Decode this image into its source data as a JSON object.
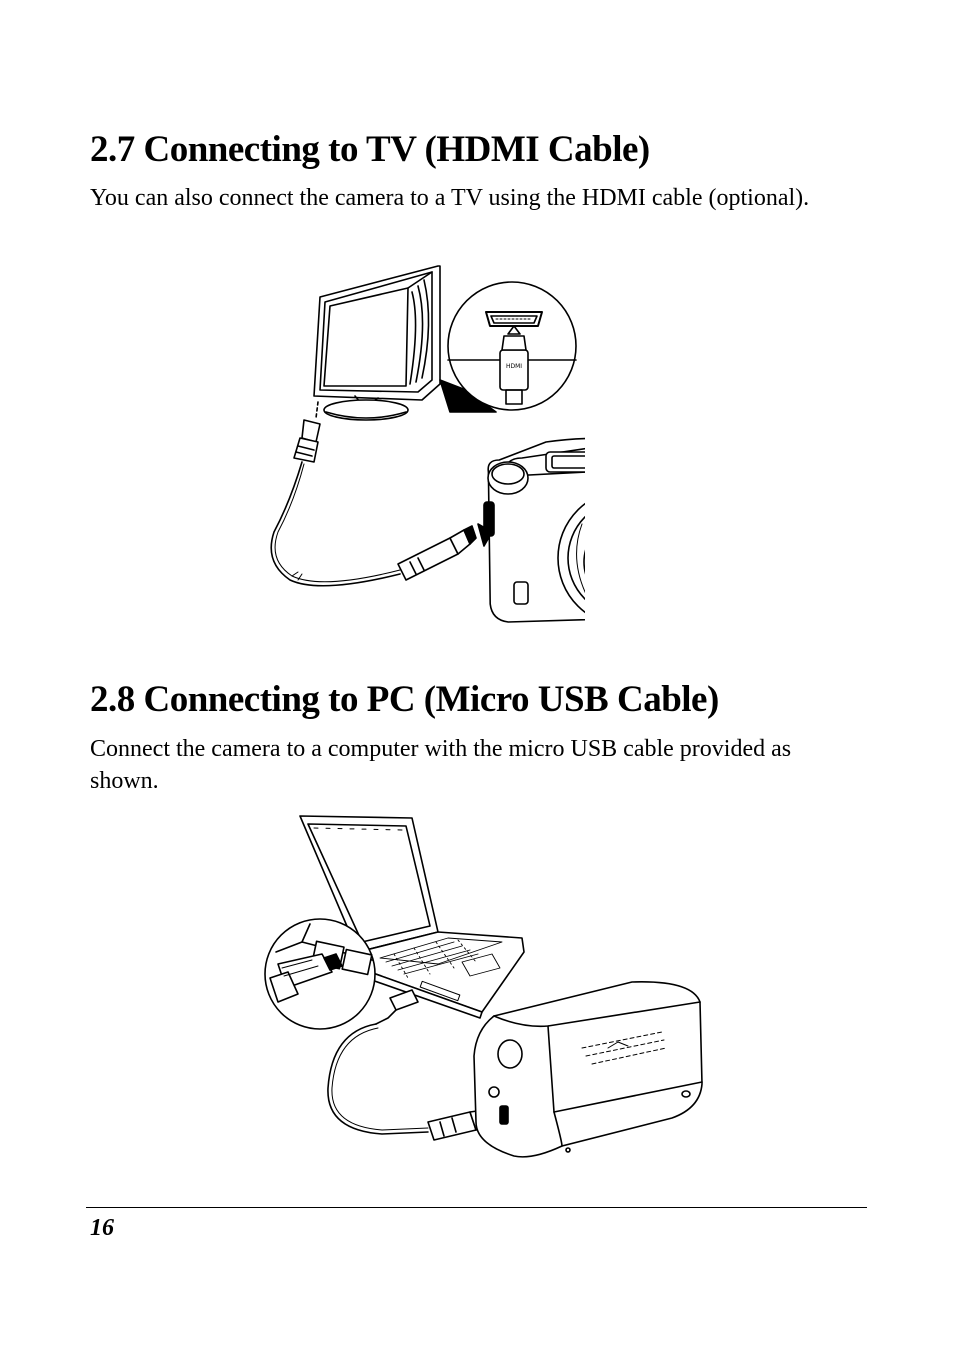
{
  "sections": [
    {
      "heading": "2.7 Connecting to TV (HDMI Cable)",
      "body": "You can also connect the camera to a TV using the HDMI cable (optional)."
    },
    {
      "heading": "2.8 Connecting to PC (Micro USB Cable)",
      "body": "Connect the camera to a computer with the micro USB cable provided as shown."
    }
  ],
  "footer": {
    "page_number": "16"
  },
  "illustration_labels": {
    "hdmi_logo": "HDMI"
  }
}
